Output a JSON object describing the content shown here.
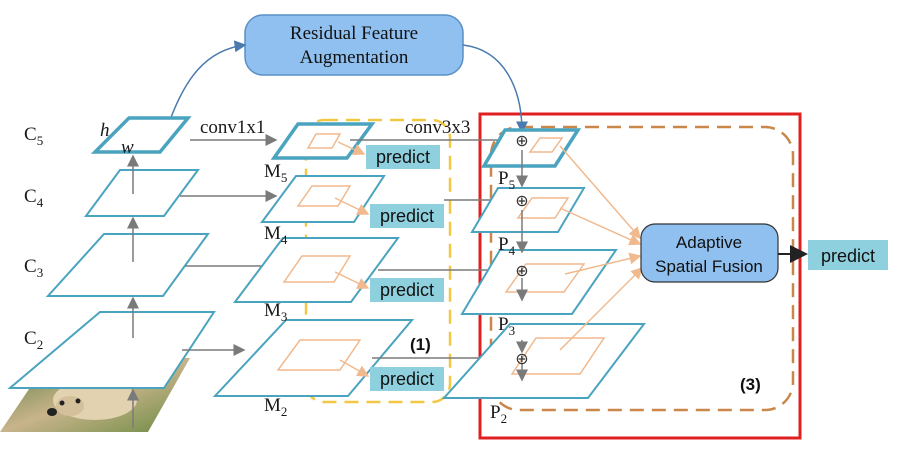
{
  "top_box": {
    "line1": "Residual Feature",
    "line2": "Augmentation"
  },
  "ops": {
    "conv1x1": "conv1x1",
    "conv3x3": "conv3x3"
  },
  "dims": {
    "h": "h",
    "w": "w"
  },
  "c_labels": [
    {
      "base": "C",
      "sub": "5"
    },
    {
      "base": "C",
      "sub": "4"
    },
    {
      "base": "C",
      "sub": "3"
    },
    {
      "base": "C",
      "sub": "2"
    }
  ],
  "m_labels": [
    {
      "base": "M",
      "sub": "5"
    },
    {
      "base": "M",
      "sub": "4"
    },
    {
      "base": "M",
      "sub": "3"
    },
    {
      "base": "M",
      "sub": "2"
    }
  ],
  "p_labels": [
    {
      "base": "P",
      "sub": "5"
    },
    {
      "base": "P",
      "sub": "4"
    },
    {
      "base": "P",
      "sub": "3"
    },
    {
      "base": "P",
      "sub": "2"
    }
  ],
  "predict_labels": [
    "predict",
    "predict",
    "predict",
    "predict"
  ],
  "final_predict": "predict",
  "asf_box": {
    "line1": "Adaptive",
    "line2": "Spatial Fusion"
  },
  "region_labels": {
    "one": "(1)",
    "three": "(3)"
  },
  "plus_symbol": "⊕",
  "colors": {
    "teal": "#4aa3bf",
    "orange_dash": "#c9884a",
    "yellow_dash": "#f2c744",
    "red": "#e02020",
    "predict_bg": "#8fd0de",
    "box_fill": "#8fc0ef",
    "peach": "#f0b98e"
  }
}
